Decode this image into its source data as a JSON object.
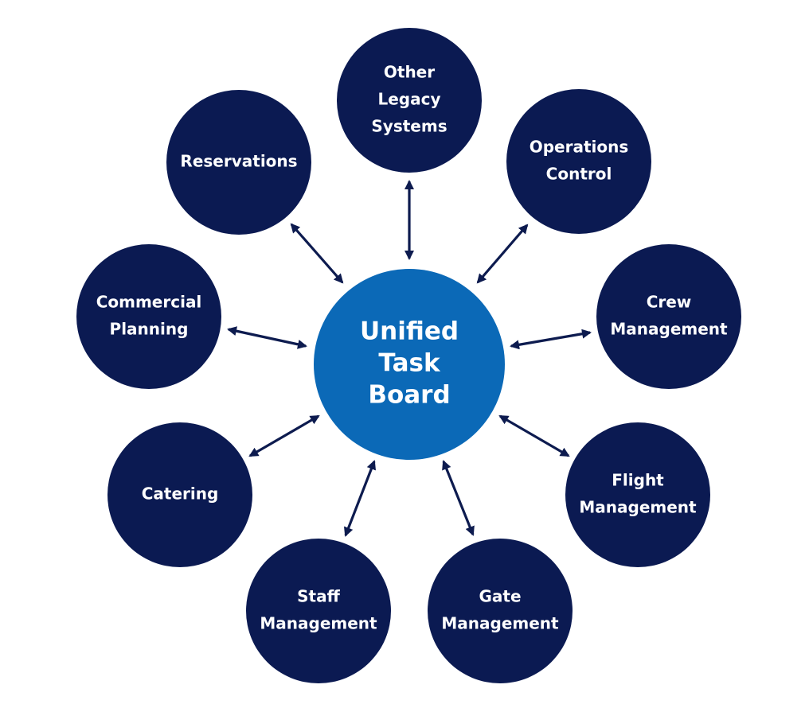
{
  "diagram": {
    "center": {
      "lines": [
        "Unified",
        "Task",
        "Board"
      ],
      "color": "#0b69b7"
    },
    "node_color": "#0b1a52",
    "arrow_color": "#0d1b4f",
    "nodes": [
      {
        "id": "other-legacy-systems",
        "lines": [
          "Other",
          "Legacy",
          "Systems"
        ]
      },
      {
        "id": "operations-control",
        "lines": [
          "Operations",
          "Control"
        ]
      },
      {
        "id": "crew-management",
        "lines": [
          "Crew",
          "Management"
        ]
      },
      {
        "id": "flight-management",
        "lines": [
          "Flight",
          "Management"
        ]
      },
      {
        "id": "gate-management",
        "lines": [
          "Gate",
          "Management"
        ]
      },
      {
        "id": "staff-management",
        "lines": [
          "Staff",
          "Management"
        ]
      },
      {
        "id": "catering",
        "lines": [
          "Catering"
        ]
      },
      {
        "id": "commercial-planning",
        "lines": [
          "Commercial",
          "Planning"
        ]
      },
      {
        "id": "reservations",
        "lines": [
          "Reservations"
        ]
      }
    ]
  }
}
